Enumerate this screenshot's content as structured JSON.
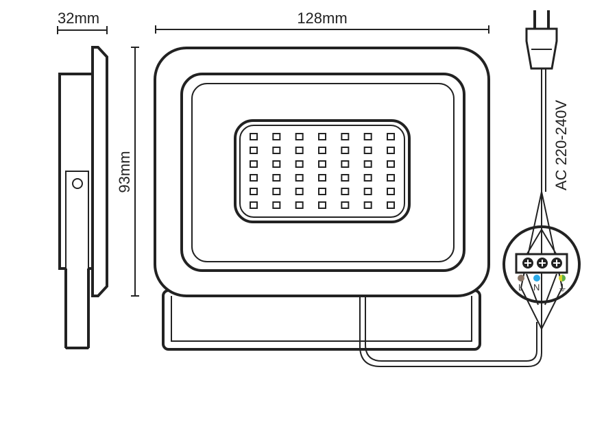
{
  "dimensions": {
    "depth": "32mm",
    "width": "128mm",
    "height": "93mm"
  },
  "power": {
    "label": "AC 220-240V"
  },
  "terminals": [
    {
      "label": "L",
      "color": "#8a7566"
    },
    {
      "label": "N",
      "color": "#29a9e8"
    },
    {
      "label": "⏚",
      "color": "#d8d42a",
      "color2": "#5cb04a"
    }
  ],
  "led_grid": {
    "columns": 7,
    "rows": 6
  }
}
